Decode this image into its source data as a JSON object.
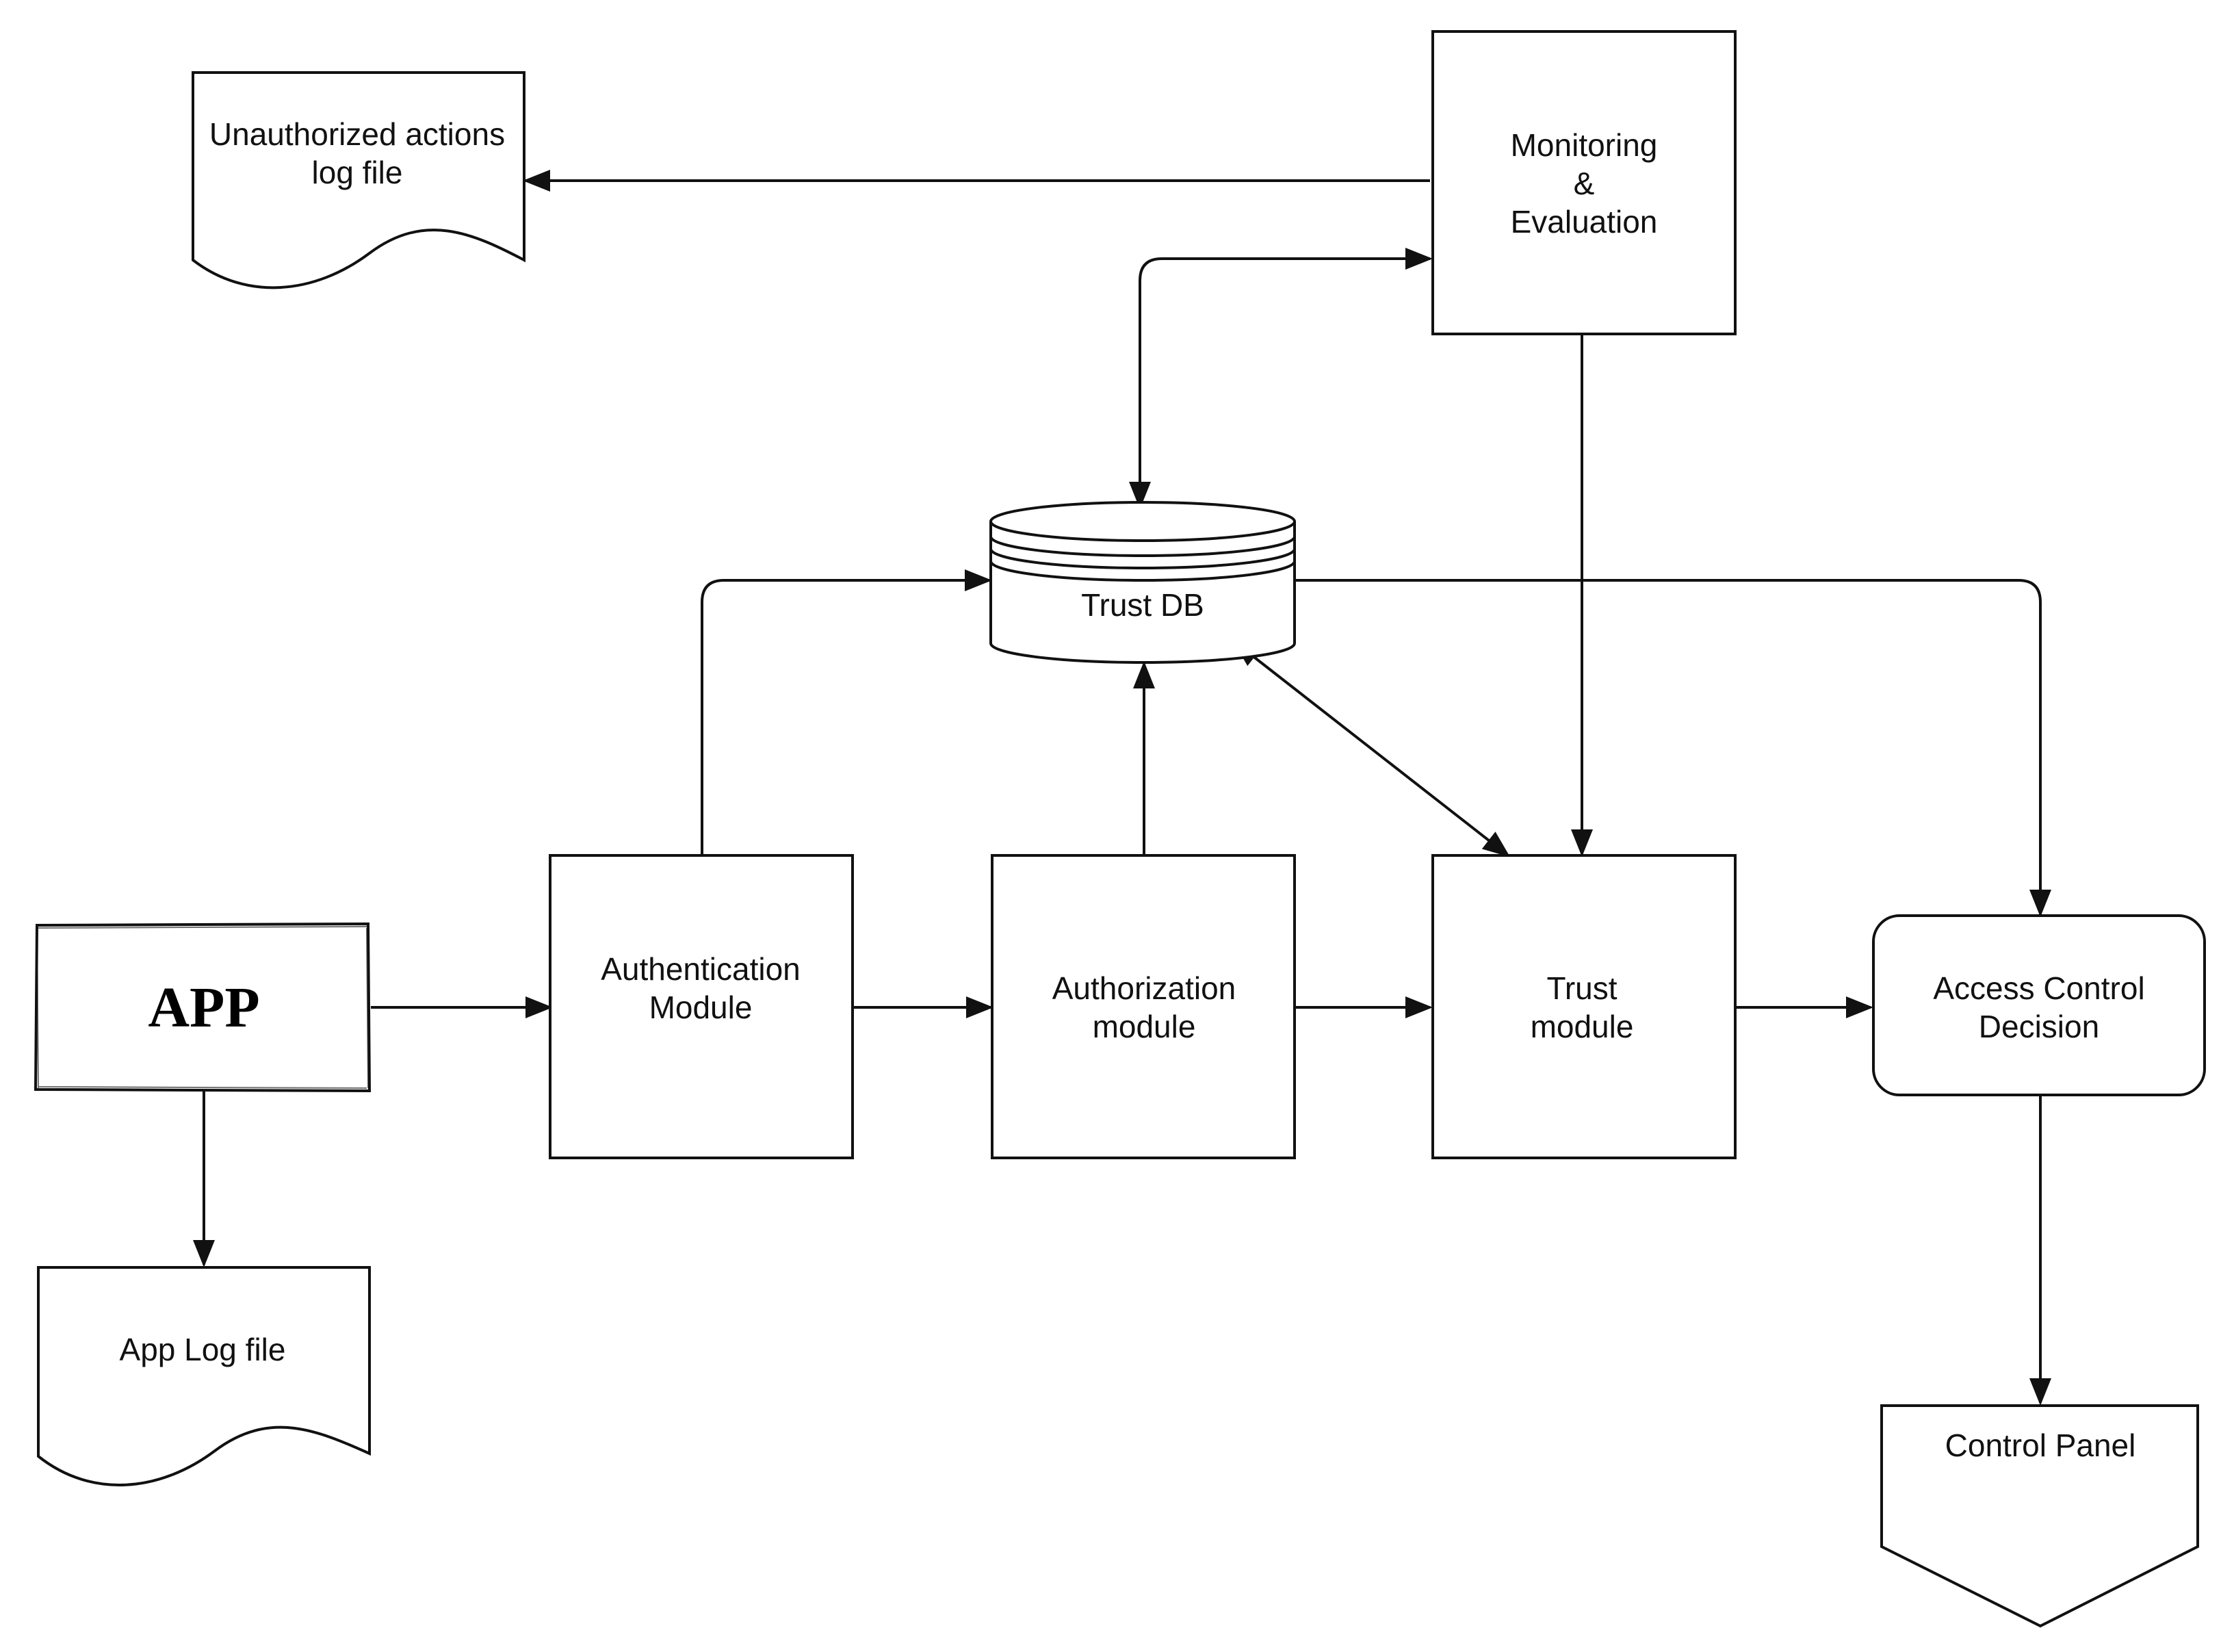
{
  "nodes": {
    "unauthorized_log": {
      "lines": [
        "Unauthorized actions",
        "log file"
      ]
    },
    "monitoring": {
      "lines": [
        "Monitoring",
        "&",
        "Evaluation"
      ]
    },
    "trust_db": {
      "lines": [
        "Trust DB"
      ]
    },
    "app": {
      "lines": [
        "APP"
      ]
    },
    "authentication": {
      "lines": [
        "Authentication",
        "Module"
      ]
    },
    "authorization": {
      "lines": [
        "Authorization",
        "module"
      ]
    },
    "trust_module": {
      "lines": [
        "Trust",
        "module"
      ]
    },
    "access_control": {
      "lines": [
        "Access Control",
        "Decision"
      ]
    },
    "app_log": {
      "lines": [
        "App Log file"
      ]
    },
    "control_panel": {
      "lines": [
        "Control Panel"
      ]
    }
  },
  "colors": {
    "stroke": "#111111",
    "fill": "#ffffff"
  }
}
